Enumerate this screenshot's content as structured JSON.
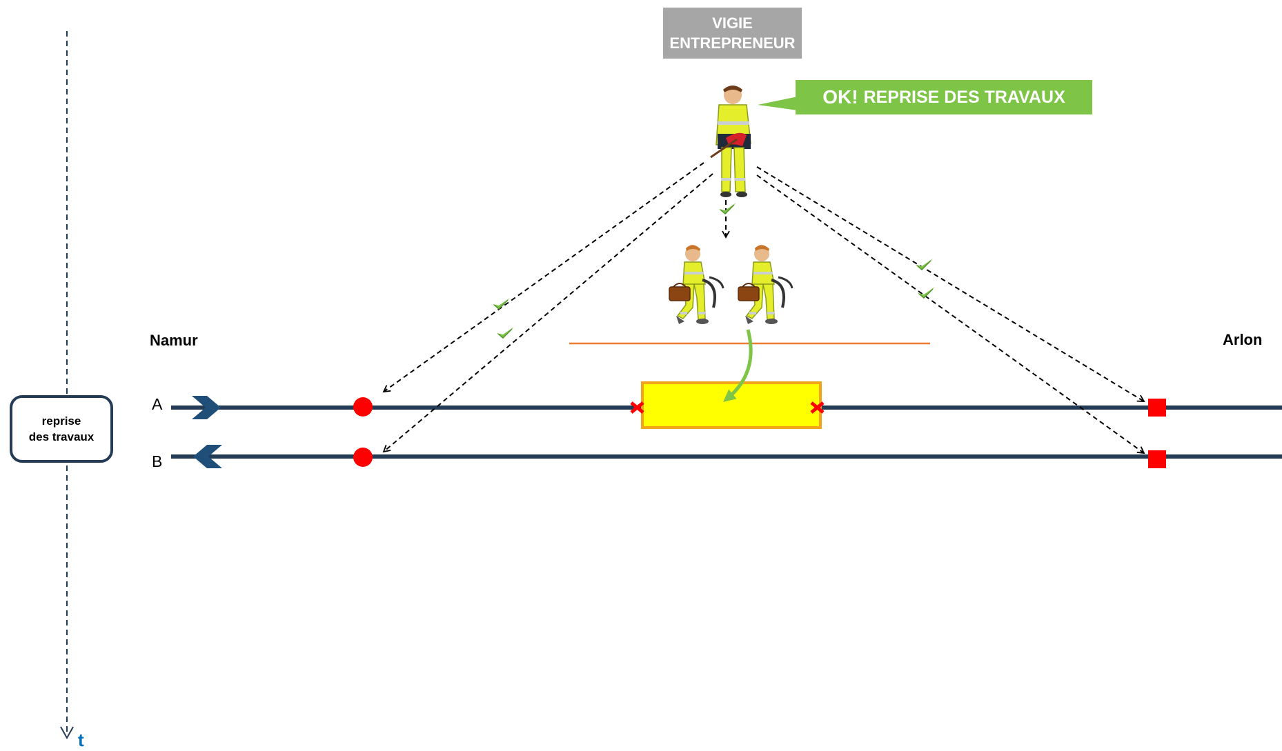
{
  "header": {
    "role_line1": "VIGIE",
    "role_line2": "ENTREPRENEUR"
  },
  "speech_bubble": {
    "ok": "OK!",
    "text": "REPRISE DES TRAVAUX",
    "color": "#7dc447"
  },
  "stations": {
    "left": "Namur",
    "right": "Arlon"
  },
  "tracks": [
    {
      "id": "A",
      "label": "A",
      "direction": "right"
    },
    {
      "id": "B",
      "label": "B",
      "direction": "left"
    }
  ],
  "timeline": {
    "phase_line1": "reprise",
    "phase_line2": "des travaux",
    "axis_label": "t"
  },
  "colors": {
    "track": "#243b55",
    "signal": "#ff0000",
    "work_zone_fill": "#ffff00",
    "work_zone_border": "#f2a51a",
    "barrier_line": "#ed7d31",
    "check": "#7dc447",
    "axis_label": "#0070c0",
    "vigie_box": "#a6a6a6"
  },
  "icons": [
    "lookout-figure-icon",
    "worker-icon",
    "check-icon",
    "stop-signal-icon",
    "direction-chevron-icon",
    "x-marker-icon"
  ]
}
